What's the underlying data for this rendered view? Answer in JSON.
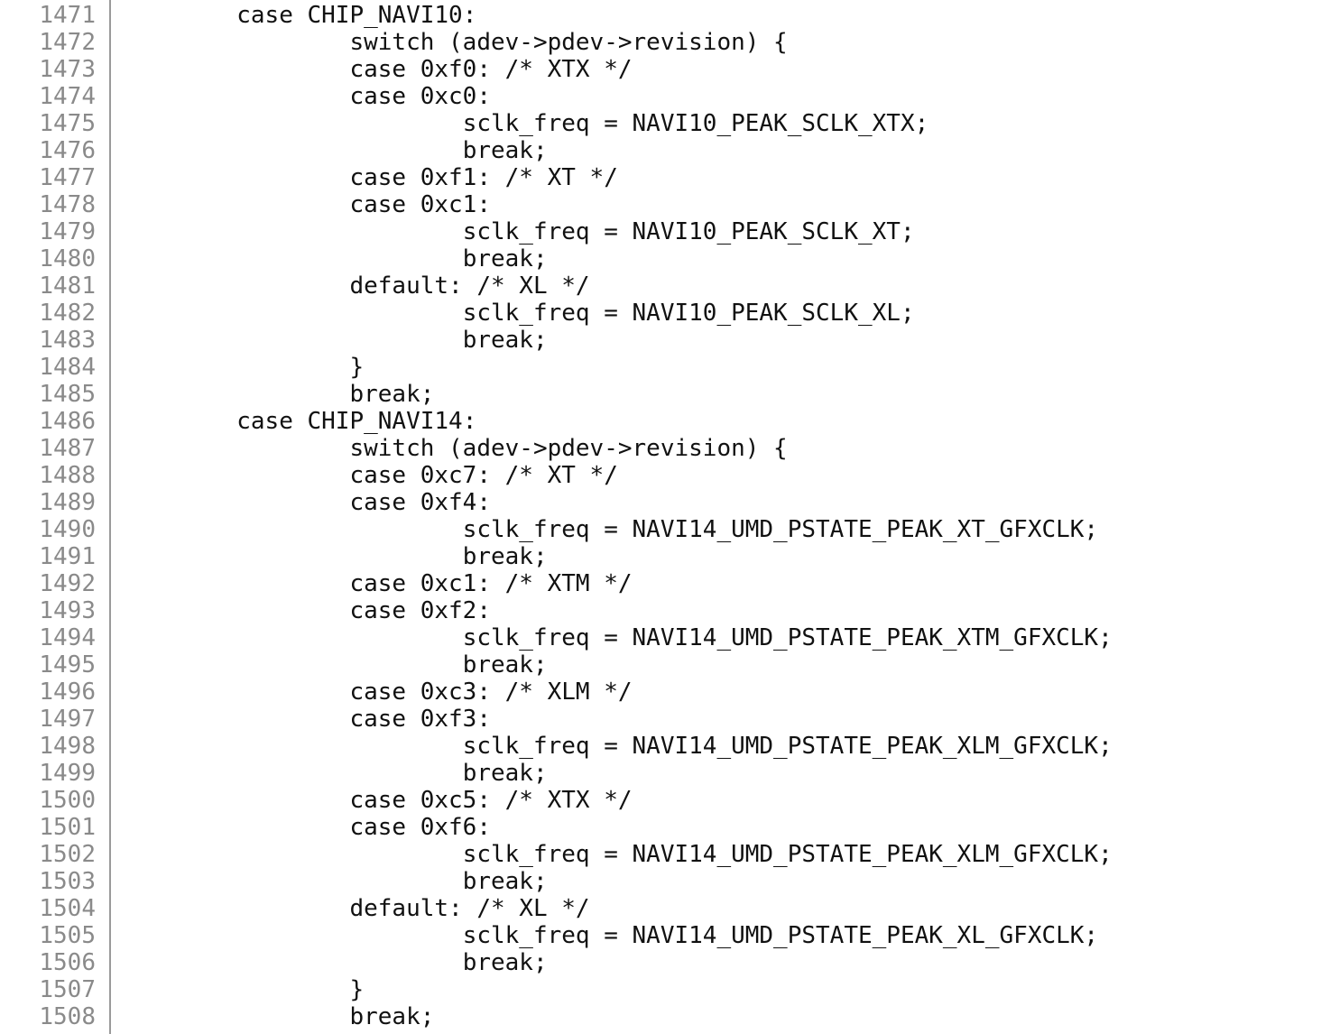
{
  "lines": [
    {
      "n": "1471",
      "code": "\tcase CHIP_NAVI10:"
    },
    {
      "n": "1472",
      "code": "\t\tswitch (adev->pdev->revision) {"
    },
    {
      "n": "1473",
      "code": "\t\tcase 0xf0: /* XTX */"
    },
    {
      "n": "1474",
      "code": "\t\tcase 0xc0:"
    },
    {
      "n": "1475",
      "code": "\t\t\tsclk_freq = NAVI10_PEAK_SCLK_XTX;"
    },
    {
      "n": "1476",
      "code": "\t\t\tbreak;"
    },
    {
      "n": "1477",
      "code": "\t\tcase 0xf1: /* XT */"
    },
    {
      "n": "1478",
      "code": "\t\tcase 0xc1:"
    },
    {
      "n": "1479",
      "code": "\t\t\tsclk_freq = NAVI10_PEAK_SCLK_XT;"
    },
    {
      "n": "1480",
      "code": "\t\t\tbreak;"
    },
    {
      "n": "1481",
      "code": "\t\tdefault: /* XL */"
    },
    {
      "n": "1482",
      "code": "\t\t\tsclk_freq = NAVI10_PEAK_SCLK_XL;"
    },
    {
      "n": "1483",
      "code": "\t\t\tbreak;"
    },
    {
      "n": "1484",
      "code": "\t\t}"
    },
    {
      "n": "1485",
      "code": "\t\tbreak;"
    },
    {
      "n": "1486",
      "code": "\tcase CHIP_NAVI14:"
    },
    {
      "n": "1487",
      "code": "\t\tswitch (adev->pdev->revision) {"
    },
    {
      "n": "1488",
      "code": "\t\tcase 0xc7: /* XT */"
    },
    {
      "n": "1489",
      "code": "\t\tcase 0xf4:"
    },
    {
      "n": "1490",
      "code": "\t\t\tsclk_freq = NAVI14_UMD_PSTATE_PEAK_XT_GFXCLK;"
    },
    {
      "n": "1491",
      "code": "\t\t\tbreak;"
    },
    {
      "n": "1492",
      "code": "\t\tcase 0xc1: /* XTM */"
    },
    {
      "n": "1493",
      "code": "\t\tcase 0xf2:"
    },
    {
      "n": "1494",
      "code": "\t\t\tsclk_freq = NAVI14_UMD_PSTATE_PEAK_XTM_GFXCLK;"
    },
    {
      "n": "1495",
      "code": "\t\t\tbreak;"
    },
    {
      "n": "1496",
      "code": "\t\tcase 0xc3: /* XLM */"
    },
    {
      "n": "1497",
      "code": "\t\tcase 0xf3:"
    },
    {
      "n": "1498",
      "code": "\t\t\tsclk_freq = NAVI14_UMD_PSTATE_PEAK_XLM_GFXCLK;"
    },
    {
      "n": "1499",
      "code": "\t\t\tbreak;"
    },
    {
      "n": "1500",
      "code": "\t\tcase 0xc5: /* XTX */"
    },
    {
      "n": "1501",
      "code": "\t\tcase 0xf6:"
    },
    {
      "n": "1502",
      "code": "\t\t\tsclk_freq = NAVI14_UMD_PSTATE_PEAK_XLM_GFXCLK;"
    },
    {
      "n": "1503",
      "code": "\t\t\tbreak;"
    },
    {
      "n": "1504",
      "code": "\t\tdefault: /* XL */"
    },
    {
      "n": "1505",
      "code": "\t\t\tsclk_freq = NAVI14_UMD_PSTATE_PEAK_XL_GFXCLK;"
    },
    {
      "n": "1506",
      "code": "\t\t\tbreak;"
    },
    {
      "n": "1507",
      "code": "\t\t}"
    },
    {
      "n": "1508",
      "code": "\t\tbreak;"
    }
  ]
}
